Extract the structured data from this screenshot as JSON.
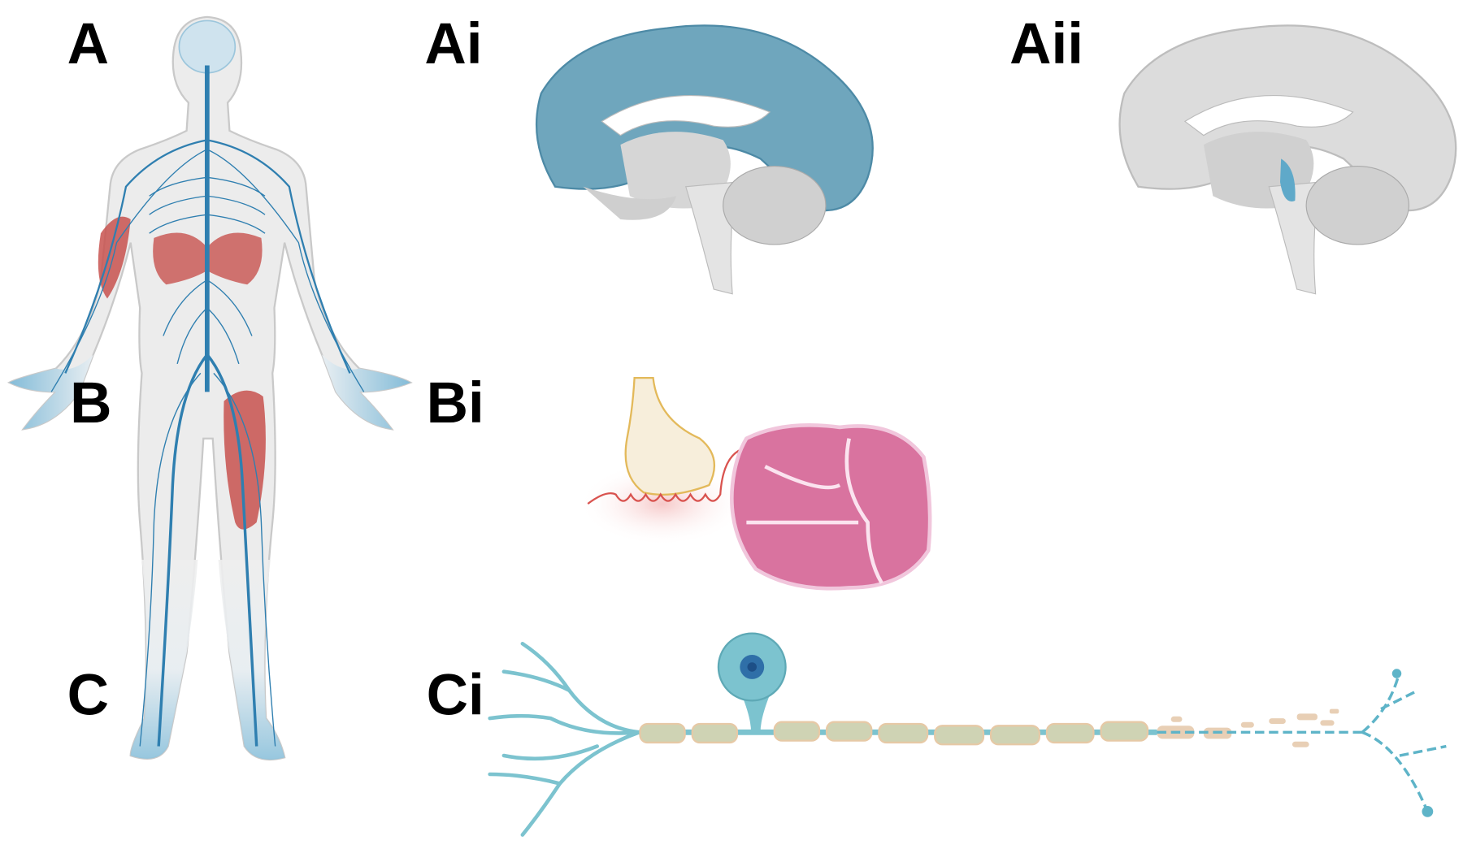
{
  "panel_labels": {
    "A": "A",
    "Ai": "Ai",
    "Aii": "Aii",
    "B": "B",
    "Bi": "Bi",
    "C": "C",
    "Ci": "Ci"
  },
  "colors": {
    "nerve_blue": "#2f7fb0",
    "cortex_blue": "#6fa6bd",
    "muscle_red": "#c8524f",
    "brain_gray": "#d6d6d6",
    "myelin": "#cfd3b4",
    "neuron_teal": "#7cc3cf",
    "fiber_pink": "#d9739f"
  }
}
